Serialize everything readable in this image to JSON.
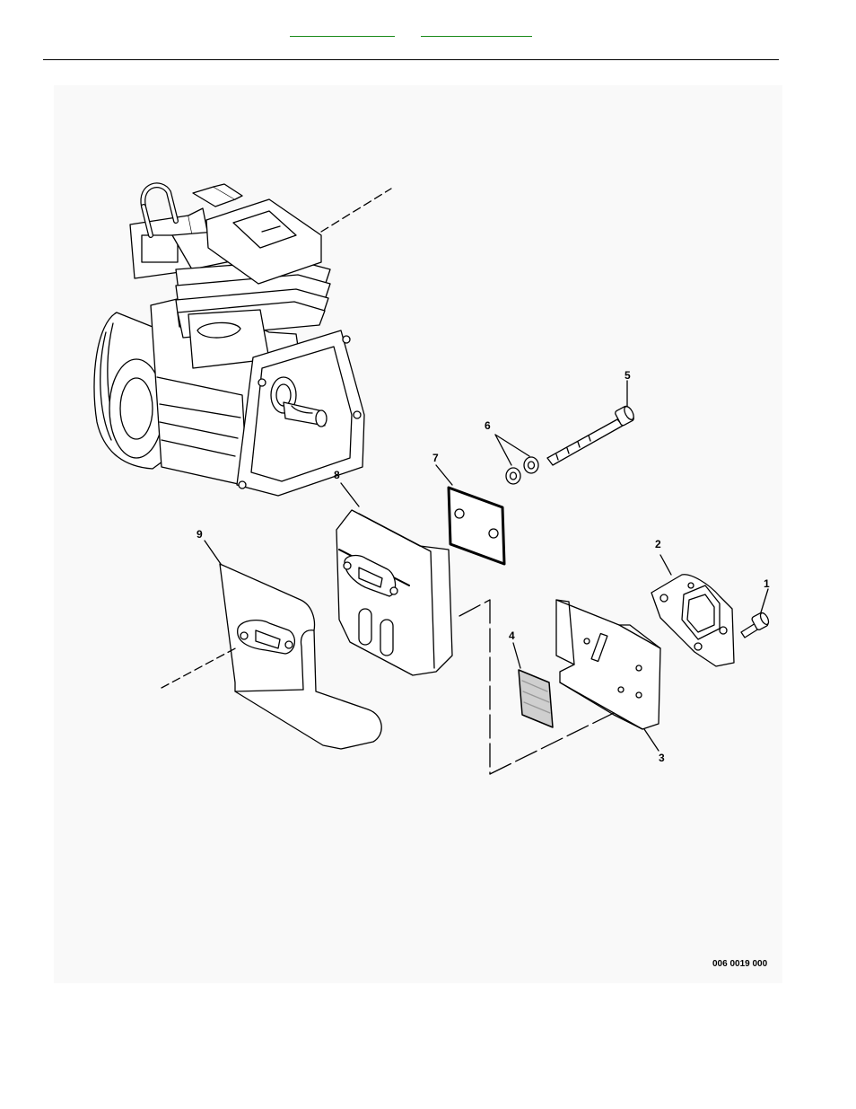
{
  "header": {
    "link_color": "#1a8a1a"
  },
  "diagram": {
    "callouts": [
      "1",
      "2",
      "3",
      "4",
      "5",
      "6",
      "7",
      "8",
      "9"
    ],
    "figure_number": "006 0019 000"
  }
}
